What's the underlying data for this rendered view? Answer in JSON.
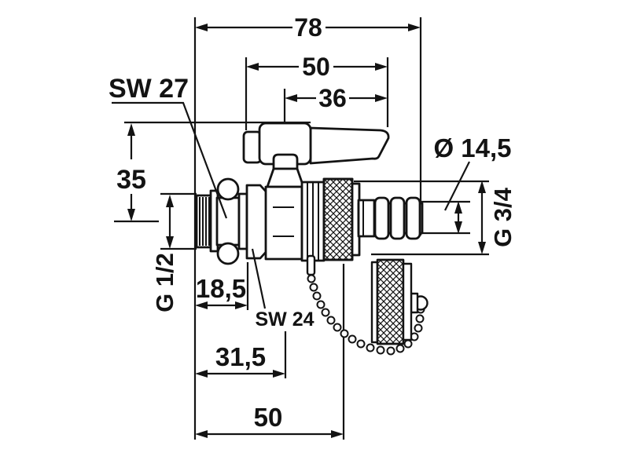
{
  "figure": {
    "kind": "technical-dimension-drawing",
    "colors": {
      "line": "#131313",
      "background": "#ffffff"
    },
    "labels": {
      "overall_width": "78",
      "upper_width": "50",
      "handle_width": "36",
      "wrench_size_top": "SW 27",
      "height_above_axis": "35",
      "hose_diameter": "Ø 14,5",
      "outlet_thread": "G 3/4",
      "inlet_thread": "G 1/2",
      "inlet_length": "18,5",
      "wrench_size_mid": "SW 24",
      "mid_length": "31,5",
      "lower_length": "50"
    }
  }
}
